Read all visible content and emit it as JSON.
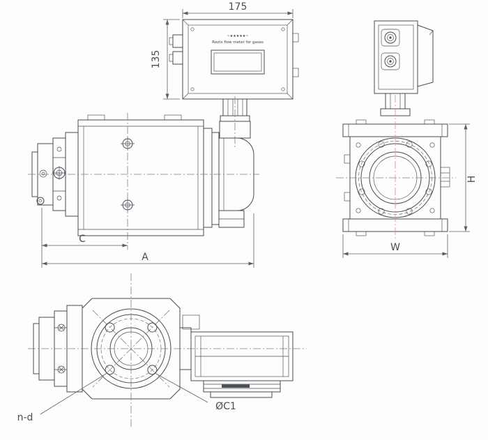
{
  "register": {
    "brand_line": "~★★★★★~",
    "name_line": "Roots flow meter for gases"
  },
  "dims": {
    "d175": "175",
    "d135": "135",
    "c": "C",
    "a": "A",
    "w": "W",
    "h": "H",
    "nd": "n-d",
    "c1": "ØC1"
  },
  "colors": {
    "line": "#474b52",
    "centerline_red": "#e39494",
    "dimension_text": "#4a4e55"
  }
}
